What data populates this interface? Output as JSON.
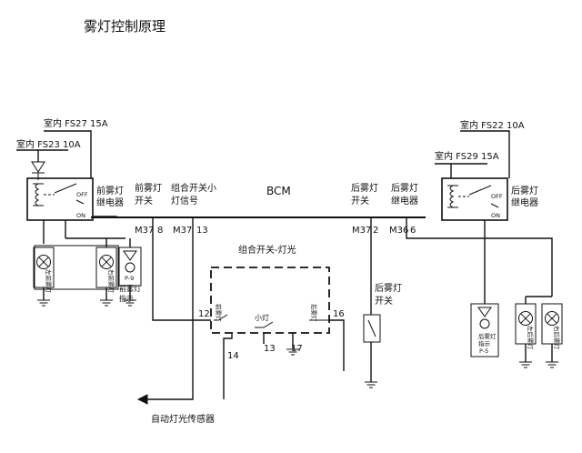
{
  "title": "雾灯控制原理",
  "fuses": {
    "fs27": "室内 FS27 15A",
    "fs23": "室内 FS23 10A",
    "fs22": "室内 FS22 10A",
    "fs29": "室内 FS29 15A"
  },
  "bcm": {
    "label": "BCM",
    "front_fog_switch": [
      "前雾灯",
      "开关"
    ],
    "combo_small_lamp": [
      "组合开关小",
      "灯信号"
    ],
    "rear_fog_switch": [
      "后雾灯",
      "开关"
    ],
    "rear_fog_relay": [
      "后雾灯",
      "继电器"
    ],
    "pins": {
      "m37_8": [
        "M37",
        "8"
      ],
      "m37_13": [
        "M37",
        "13"
      ],
      "m37_2": [
        "M37",
        "2"
      ],
      "m36_6": [
        "M36",
        "6"
      ]
    }
  },
  "relays": {
    "front": {
      "label": [
        "前雾灯",
        "继电器"
      ],
      "off": "OFF",
      "on": "ON"
    },
    "rear": {
      "label": [
        "后雾灯",
        "继电器"
      ],
      "off": "OFF",
      "on": "ON"
    }
  },
  "front_lamps": {
    "left": "左前雾灯",
    "right": "右前雾灯",
    "indicator": "P-9",
    "indicator_label": [
      "前雾灯",
      "指示"
    ]
  },
  "combo_switch": {
    "label": "组合开关-灯光",
    "pin_12": "12",
    "pin_16": "16",
    "pin_14": "14",
    "pin_13": "13",
    "pin_17": "17",
    "front_fog_tag": "前雾灯",
    "small_lamp_tag": "小灯",
    "rear_fog_tag": "后雾灯"
  },
  "rear_fog_switch_label": [
    "后雾灯",
    "开关"
  ],
  "rear_indicator": {
    "code": "P-5",
    "label": [
      "后雾灯",
      "指示"
    ]
  },
  "rear_lamps": {
    "left": "左后雾灯",
    "right": "右后雾灯"
  },
  "auto_sensor": "自动灯光传感器"
}
